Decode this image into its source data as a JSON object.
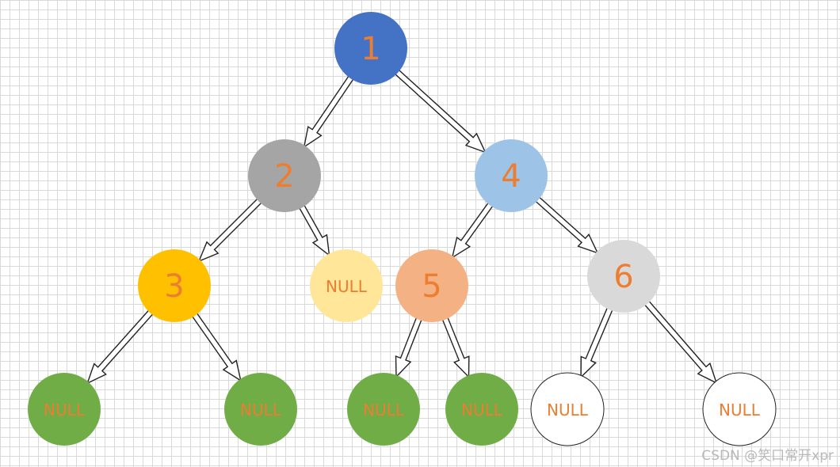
{
  "diagram": {
    "colors": {
      "label": "#ed7d31",
      "edge_stroke": "#222222",
      "edge_fill": "#ffffff",
      "grid": "#d9d9d9"
    },
    "nodes": [
      {
        "id": "node-1",
        "label": "1",
        "color": "#4472c4"
      },
      {
        "id": "node-2",
        "label": "2",
        "color": "#a5a5a5"
      },
      {
        "id": "node-4",
        "label": "4",
        "color": "#9dc3e6"
      },
      {
        "id": "node-3",
        "label": "3",
        "color": "#ffc000"
      },
      {
        "id": "node-null-2r",
        "label": "NULL",
        "color": "#ffe699"
      },
      {
        "id": "node-5",
        "label": "5",
        "color": "#f4b183"
      },
      {
        "id": "node-6",
        "label": "6",
        "color": "#d9d9d9"
      },
      {
        "id": "node-null-3l",
        "label": "NULL",
        "color": "#70ad47"
      },
      {
        "id": "node-null-3r",
        "label": "NULL",
        "color": "#70ad47"
      },
      {
        "id": "node-null-5l",
        "label": "NULL",
        "color": "#70ad47"
      },
      {
        "id": "node-null-5r",
        "label": "NULL",
        "color": "#70ad47"
      },
      {
        "id": "node-null-6l",
        "label": "NULL",
        "color": "#ffffff"
      },
      {
        "id": "node-null-6r",
        "label": "NULL",
        "color": "#ffffff"
      }
    ],
    "edges": [
      {
        "from": "node-1",
        "to": "node-2"
      },
      {
        "from": "node-1",
        "to": "node-4"
      },
      {
        "from": "node-2",
        "to": "node-3"
      },
      {
        "from": "node-2",
        "to": "node-null-2r"
      },
      {
        "from": "node-4",
        "to": "node-5"
      },
      {
        "from": "node-4",
        "to": "node-6"
      },
      {
        "from": "node-3",
        "to": "node-null-3l"
      },
      {
        "from": "node-3",
        "to": "node-null-3r"
      },
      {
        "from": "node-5",
        "to": "node-null-5l"
      },
      {
        "from": "node-5",
        "to": "node-null-5r"
      },
      {
        "from": "node-6",
        "to": "node-null-6l"
      },
      {
        "from": "node-6",
        "to": "node-null-6r"
      }
    ]
  },
  "watermark": "CSDN @笑口常开xpr"
}
